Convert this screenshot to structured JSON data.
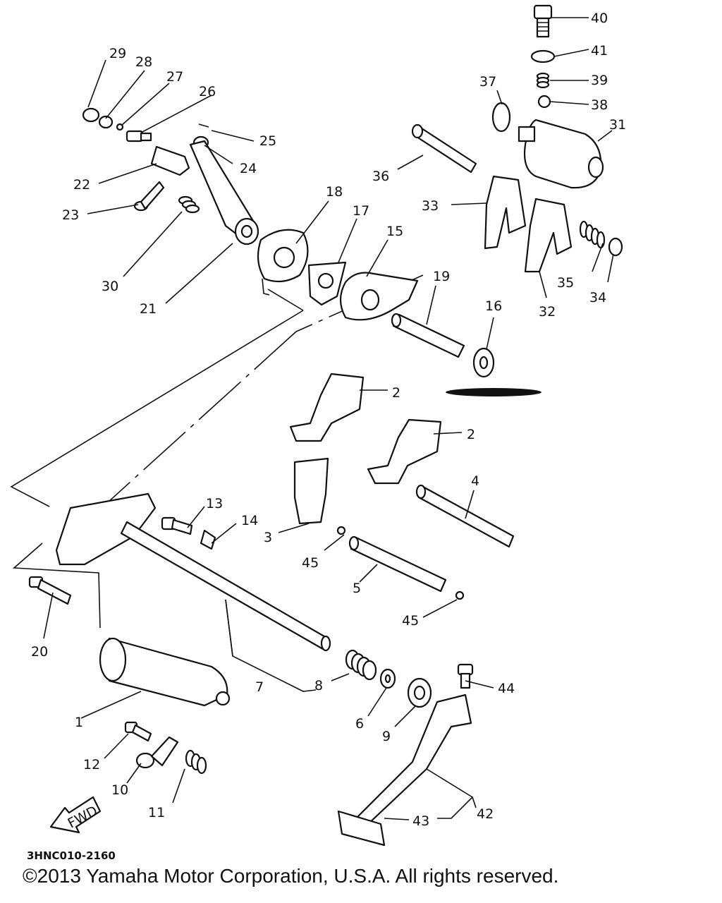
{
  "labels": [
    "1",
    "2",
    "2",
    "3",
    "4",
    "5",
    "6",
    "7",
    "8",
    "9",
    "10",
    "11",
    "12",
    "13",
    "14",
    "15",
    "16",
    "17",
    "18",
    "19",
    "20",
    "21",
    "22",
    "23",
    "24",
    "25",
    "26",
    "27",
    "28",
    "29",
    "30",
    "31",
    "32",
    "33",
    "34",
    "35",
    "36",
    "37",
    "38",
    "39",
    "40",
    "41",
    "42",
    "43",
    "44",
    "45",
    "45"
  ],
  "fwd_text": "FWD",
  "diagram_code": "3HNC010-2160",
  "copyright": "©2013 Yamaha Motor Corporation, U.S.A. All rights reserved."
}
